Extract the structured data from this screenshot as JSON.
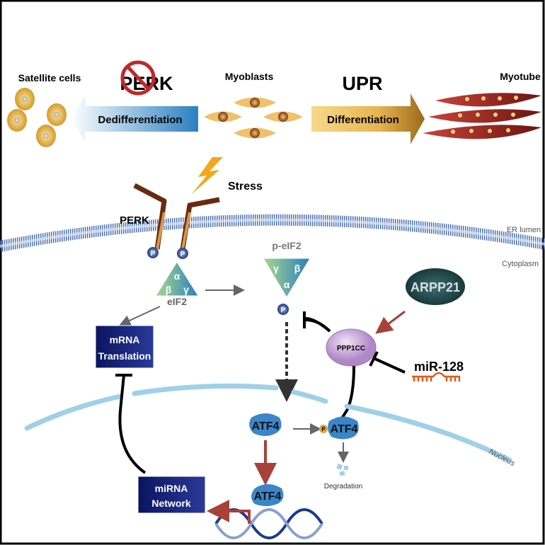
{
  "top": {
    "satellite_cells": "Satellite cells",
    "perk": "PERK",
    "myoblasts": "Myoblasts",
    "upr": "UPR",
    "myotube": "Myotube",
    "dedifferentiation": "Dedifferentiation",
    "differentiation": "Differentiation"
  },
  "pathway": {
    "stress": "Stress",
    "perk": "PERK",
    "er_lumen": "ER lumen",
    "cytoplasm": "Cytoplasm",
    "phospho": "P",
    "alpha": "α",
    "beta": "β",
    "gamma": "γ",
    "eif2": "eIF2",
    "p_eif2": "p-eIF2",
    "arpp21": "ARPP21",
    "ppp1cc": "PPP1CC",
    "mir128": "miR-128",
    "mrna_translation_1": "mRNA",
    "mrna_translation_2": "Translation",
    "nucleus": "Nucleus",
    "atf4": "ATF4",
    "degradation": "Degradation",
    "mirna_network_1": "miRNA",
    "mirna_network_2": "Network"
  },
  "colors": {
    "blue_arrow": "#2a7fc1",
    "gold_arrow": "#e0a83a",
    "myotube": "#9b2a26",
    "arpp21": "#1f4a4d",
    "ppp1cc": "#c9a3d8",
    "navy_box": "#14206e",
    "activation_arrow": "#a8413a"
  }
}
